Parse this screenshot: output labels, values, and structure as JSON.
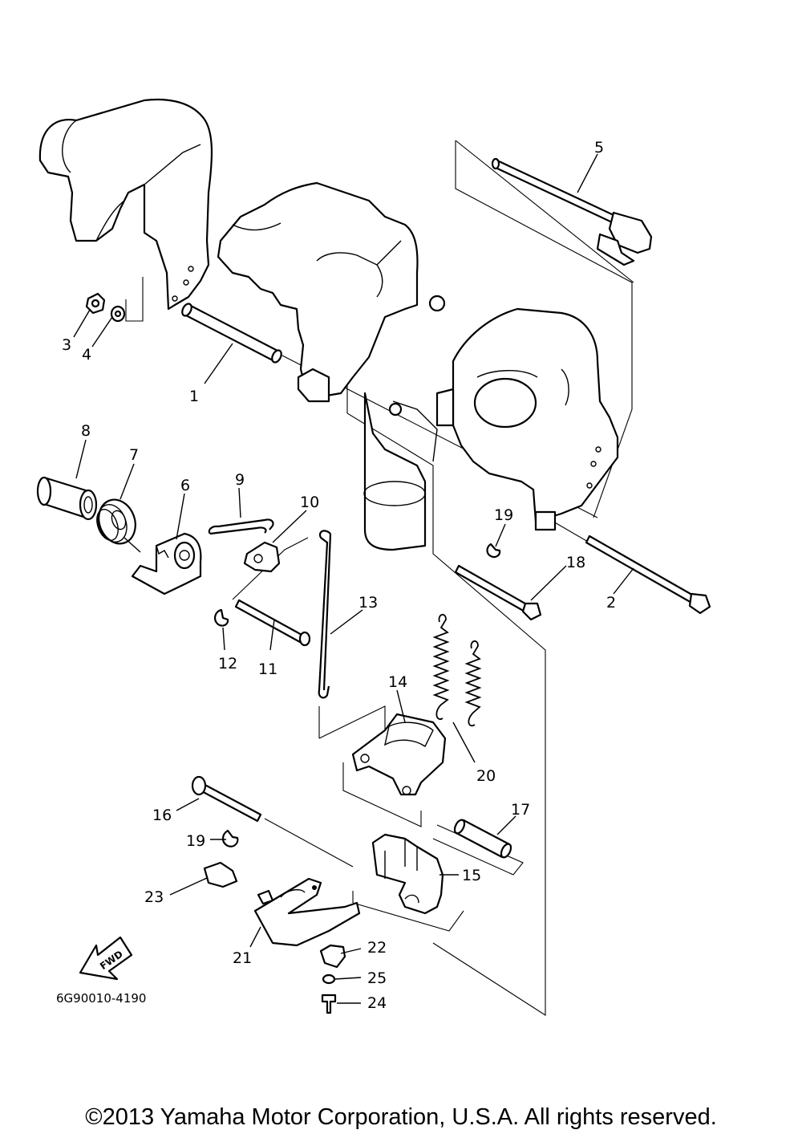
{
  "diagram": {
    "drawing_code": "6G90010-4190",
    "fwd_label": "FWD",
    "callouts": [
      "1",
      "2",
      "3",
      "4",
      "5",
      "6",
      "7",
      "8",
      "9",
      "10",
      "11",
      "12",
      "13",
      "14",
      "15",
      "16",
      "17",
      "18",
      "19",
      "19",
      "20",
      "21",
      "22",
      "23",
      "24",
      "25"
    ]
  },
  "footer": {
    "copyright": "©2013 Yamaha Motor Corporation, U.S.A. All rights reserved."
  }
}
